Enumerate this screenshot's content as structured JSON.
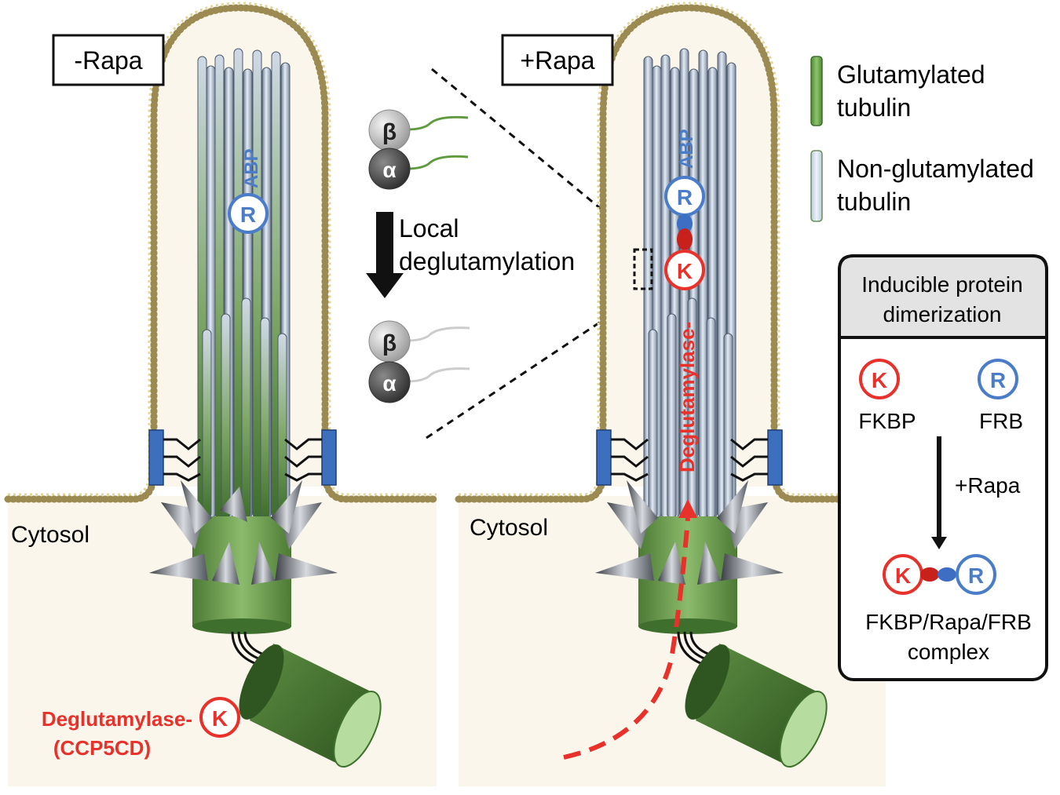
{
  "panels": {
    "left": {
      "condition_label": "-Rapa",
      "cytosol_label": "Cytosol",
      "abp_label": "ABP",
      "frb_letter": "R",
      "enzyme_label": "Deglutamylase-",
      "enzyme_sub": "(CCP5CD)",
      "fkbp_letter": "K"
    },
    "right": {
      "condition_label": "+Rapa",
      "cytosol_label": "Cytosol",
      "abp_label": "ABP",
      "frb_letter": "R",
      "fkbp_letter": "K",
      "enzyme_label": "Deglutamylase-"
    }
  },
  "center": {
    "beta_symbol": "β",
    "alpha_symbol": "α",
    "arrow_label_line1": "Local",
    "arrow_label_line2": "deglutamylation"
  },
  "legend": {
    "glutamylated_line1": "Glutamylated",
    "glutamylated_line2": "tubulin",
    "nonglutamylated_line1": "Non-glutamylated",
    "nonglutamylated_line2": "tubulin"
  },
  "dimerization_box": {
    "title_line1": "Inducible protein",
    "title_line2": "dimerization",
    "fkbp_letter": "K",
    "frb_letter": "R",
    "fkbp_label": "FKBP",
    "frb_label": "FRB",
    "arrow_label": "+Rapa",
    "complex_label_line1": "FKBP/Rapa/FRB",
    "complex_label_line2": "complex"
  },
  "colors": {
    "red": "#e8312a",
    "blue": "#4a7cc7",
    "green_dark": "#3f6f2c",
    "green_light": "#a8cf8a",
    "cytosol_bg": "#faf6ec",
    "tubulin_light": "#c9d6e6"
  }
}
